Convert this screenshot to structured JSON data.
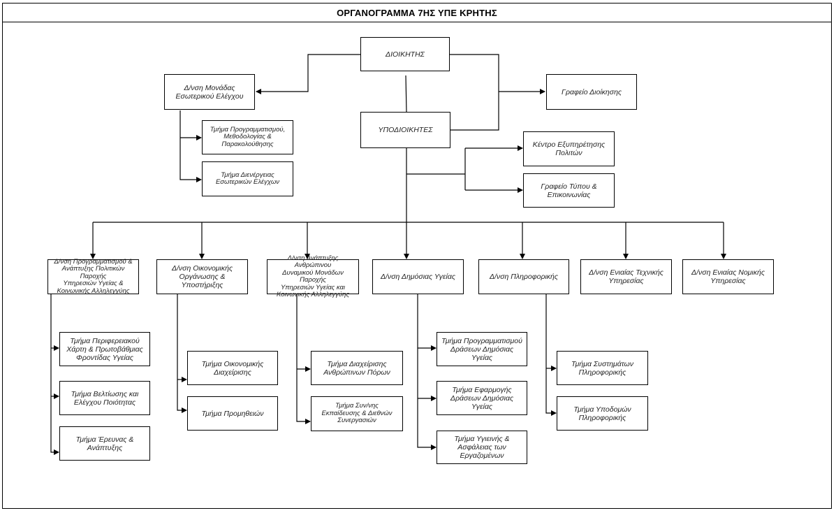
{
  "title": "ΟΡΓΑΝΟΓΡΑΜΜΑ 7ΗΣ ΥΠΕ ΚΡΗΤΗΣ",
  "top": {
    "dioikitis": "ΔΙΟΙΚΗΤΗΣ",
    "ypodioikites": "ΥΠΟΔΙΟΙΚΗΤΕΣ",
    "esoterikos_elegxos": "Δ/νση Μονάδας\nΕσωτερικού Ελέγχου",
    "grafeio_dioikisis": "Γραφείο Διοίκησης",
    "kentro_eksypiretisis": "Κέντρο Εξυπηρέτησης\nΠολιτών",
    "grafeio_typou": "Γραφείο Τύπου &\nΕπικοινωνίας"
  },
  "audit_sections": {
    "programmatismos": "Τμήμα Προγραμματισμού,\nΜεθοδολογίας &\nΠαρακολούθησης",
    "dienergeia": "Τμήμα Διενέργειας\nΕσωτερικών Ελέγχων"
  },
  "directorates": {
    "anaptyxi_politikon": "Δ/νση Προγραμματισμού &\nΑνάπτυξης Πολιτικών Παροχής\nΥπηρεσιών Υγείας &\nΚοινωνικής Αλληλεγγύης",
    "oikonomikis": "Δ/νση Οικονομικής\nΟργάνωσης & Υποστήριξης",
    "anthropinou": "Δ/νση Ανάπτυξης Ανθρώπινου\nΔυναμικού Μονάδων Παροχής\nΥπηρεσιών Υγείας και\nΚοινωνικής Αλληλεγγύης",
    "dimosias_ygeias": "Δ/νση Δημόσιας Υγείας",
    "pliroforikis": "Δ/νση Πληροφορικής",
    "texnikis": "Δ/νση Ενιαίας Τεχνικής\nΥπηρεσίας",
    "nomikis": "Δ/νση Ενιαίας Νομικής\nΥπηρεσίας"
  },
  "sections": {
    "peripheriakou_xarti": "Τμήμα Περιφερειακού\nΧάρτη & Πρωτοβάθμιας\nΦροντίδας Υγείας",
    "veltiosis": "Τμήμα Βελτίωσης και\nΕλέγχου Ποιότητας",
    "erevnas": "Τμήμα Έρευνας &\nΑνάπτυξης",
    "oikonomikis_diaxeirisis": "Τμήμα Οικονομικής\nΔιαχείρισης",
    "promitheion": "Τμήμα Προμηθειών",
    "diaxeirisis_porwn": "Τμήμα Διαχείρισης\nΑνθρώπινων Πόρων",
    "synexizomenis": "Τμήμα Συν/νης\nΕκπαίδευσης & Διεθνών\nΣυνεργασιών",
    "programmatismou_draseon": "Τμήμα Προγραμματισμού\nΔράσεων Δημόσιας Υγείας",
    "efarmogis_draseon": "Τμήμα Εφαρμογής\nΔράσεων Δημόσιας Υγείας",
    "ygieinis_asfaleias": "Τμήμα Υγιεινής &\nΑσφάλειας των\nΕργαζομένων",
    "systimaton": "Τμήμα Συστημάτων\nΠληροφορικής",
    "ypodomon": "Τμήμα Υποδομών\nΠληροφορικής"
  }
}
